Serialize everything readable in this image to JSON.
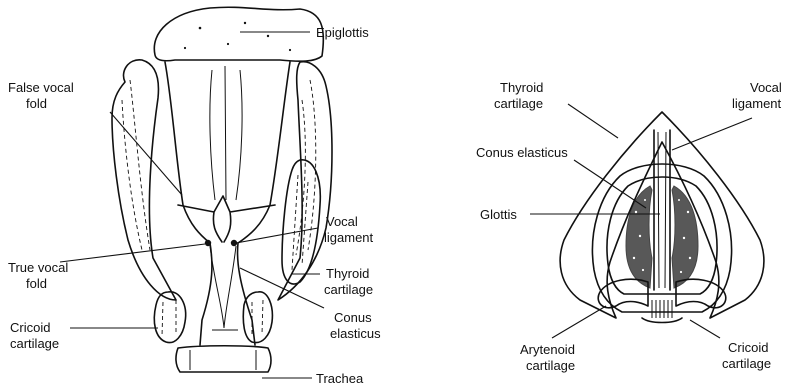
{
  "left_view": {
    "labels": {
      "epiglottis": "Epiglottis",
      "false_vocal_fold": [
        "False vocal",
        "fold"
      ],
      "vocal_ligament": [
        "Vocal",
        "ligament"
      ],
      "true_vocal_fold": [
        "True vocal",
        "fold"
      ],
      "thyroid_cartilage": [
        "Thyroid",
        "cartilage"
      ],
      "cricoid_cartilage": [
        "Cricoid",
        "cartilage"
      ],
      "conus_elasticus": [
        "Conus",
        "elasticus"
      ],
      "trachea": "Trachea"
    }
  },
  "right_view": {
    "labels": {
      "thyroid_cartilage": [
        "Thyroid",
        "cartilage"
      ],
      "vocal_ligament": [
        "Vocal",
        "ligament"
      ],
      "conus_elasticus": "Conus elasticus",
      "glottis": "Glottis",
      "arytenoid_cartilage": [
        "Arytenoid",
        "cartilage"
      ],
      "cricoid_cartilage": [
        "Cricoid",
        "cartilage"
      ]
    }
  }
}
